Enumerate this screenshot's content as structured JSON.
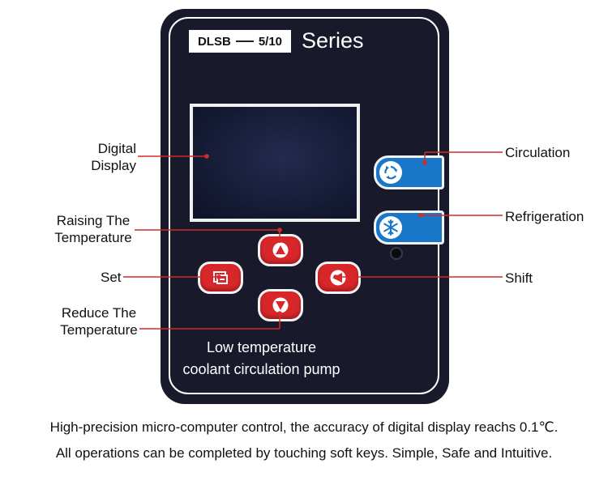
{
  "panel": {
    "model": "DLSB",
    "model_size": "5/10",
    "series": "Series",
    "text_line1": "Low temperature",
    "text_line2": "coolant circulation pump"
  },
  "labels": {
    "digital_display_1": "Digital",
    "digital_display_2": "Display",
    "raising_1": "Raising The",
    "raising_2": "Temperature",
    "set": "Set",
    "reduce_1": "Reduce The",
    "reduce_2": "Temperature",
    "circulation": "Circulation",
    "refrigeration": "Refrigeration",
    "shift": "Shift"
  },
  "caption": {
    "line1": "High-precision micro-computer control, the accuracy of digital display reachs 0.1℃.",
    "line2": "All operations can be completed by touching soft keys. Simple, Safe and Intuitive."
  },
  "colors": {
    "panel": "#181a2c",
    "button_red": "#d7272b",
    "button_blue": "#1877c9",
    "leader": "#d42a2a"
  },
  "icons": {
    "up": "triangle-up-icon",
    "down": "triangle-down-icon",
    "set": "set-icon",
    "shift": "triangle-left-icon",
    "circulation": "circulation-arrows-icon",
    "refrigeration": "snowflake-icon"
  }
}
